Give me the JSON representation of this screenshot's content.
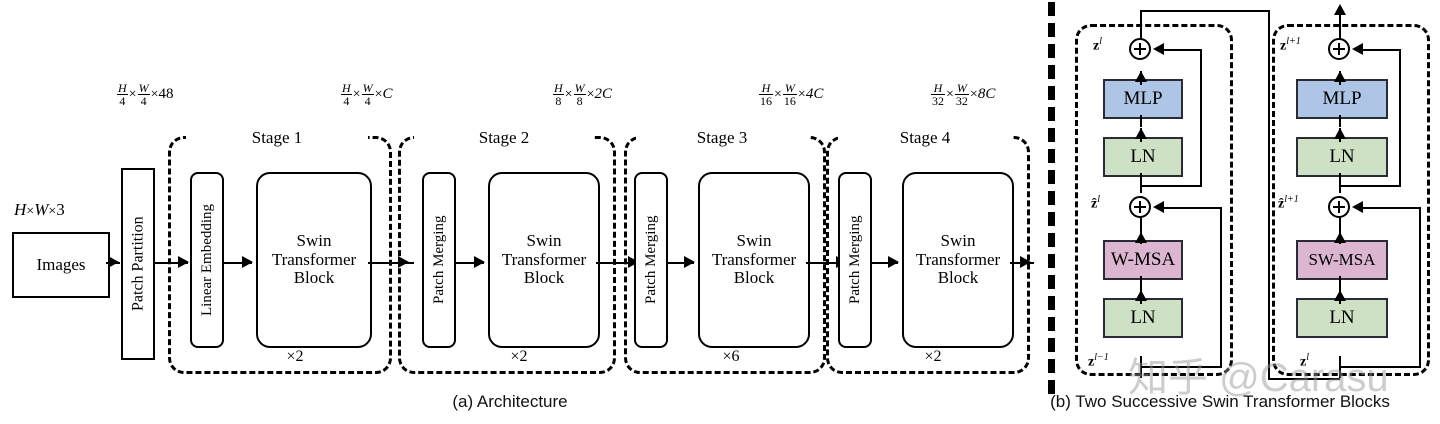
{
  "figure": {
    "captions": {
      "a": "(a) Architecture",
      "b": "(b) Two Successive Swin Transformer Blocks"
    },
    "watermark": "知乎 @Carasu"
  },
  "architecture": {
    "input": {
      "label": "Images",
      "dim_H": "H",
      "dim_W": "W",
      "dim_C": "3"
    },
    "patch_partition": {
      "label": "Patch Partition"
    },
    "dimension_labels": [
      {
        "num1": "H",
        "den1": "4",
        "num2": "W",
        "den2": "4",
        "chan": "48"
      },
      {
        "num1": "H",
        "den1": "4",
        "num2": "W",
        "den2": "4",
        "chan": "C"
      },
      {
        "num1": "H",
        "den1": "8",
        "num2": "W",
        "den2": "8",
        "chan": "2C"
      },
      {
        "num1": "H",
        "den1": "16",
        "num2": "W",
        "den2": "16",
        "chan": "4C"
      },
      {
        "num1": "H",
        "den1": "32",
        "num2": "W",
        "den2": "32",
        "chan": "8C"
      }
    ],
    "stages": [
      {
        "title": "Stage 1",
        "first_block": "Linear Embedding",
        "main_block": "Swin\nTransformer\nBlock",
        "multiplier": "×2"
      },
      {
        "title": "Stage 2",
        "first_block": "Patch Merging",
        "main_block": "Swin\nTransformer\nBlock",
        "multiplier": "×2"
      },
      {
        "title": "Stage 3",
        "first_block": "Patch Merging",
        "main_block": "Swin\nTransformer\nBlock",
        "multiplier": "×6"
      },
      {
        "title": "Stage 4",
        "first_block": "Patch Merging",
        "main_block": "Swin\nTransformer\nBlock",
        "multiplier": "×2"
      }
    ]
  },
  "blocks": {
    "colors": {
      "mlp": "#aec5e5",
      "ln": "#cfe1c4",
      "wmsa": "#dcb6d0",
      "border": "#2b2b38"
    },
    "block_l": {
      "out_label": "z",
      "out_sup": "l",
      "mid_label": "ẑ",
      "mid_sup": "l",
      "in_label": "z",
      "in_sup": "l−1",
      "layers": [
        {
          "name": "MLP",
          "color_key": "mlp"
        },
        {
          "name": "LN",
          "color_key": "ln"
        },
        {
          "name": "W-MSA",
          "color_key": "wmsa"
        },
        {
          "name": "LN",
          "color_key": "ln"
        }
      ]
    },
    "block_l1": {
      "out_label": "z",
      "out_sup": "l+1",
      "mid_label": "ẑ",
      "mid_sup": "l+1",
      "in_label": "z",
      "in_sup": "l",
      "layers": [
        {
          "name": "MLP",
          "color_key": "mlp"
        },
        {
          "name": "LN",
          "color_key": "ln"
        },
        {
          "name": "SW-MSA",
          "color_key": "wmsa"
        },
        {
          "name": "LN",
          "color_key": "ln"
        }
      ]
    }
  }
}
